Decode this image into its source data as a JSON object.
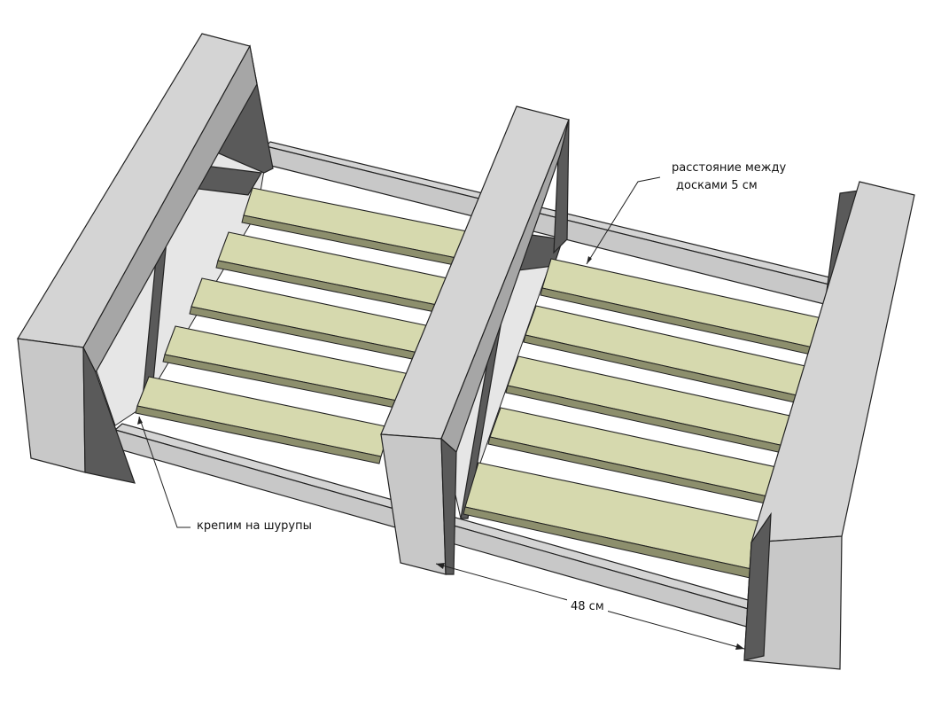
{
  "annotations": {
    "slat_spacing_line1": "расстояние между",
    "slat_spacing_line2": "досками 5 см",
    "screws": "крепим на шурупы",
    "dimension": "48 см"
  },
  "colors": {
    "frame": "#d4d4d4",
    "frame_shadow": "#5a5a5a",
    "slat": "#d6d9ae"
  }
}
